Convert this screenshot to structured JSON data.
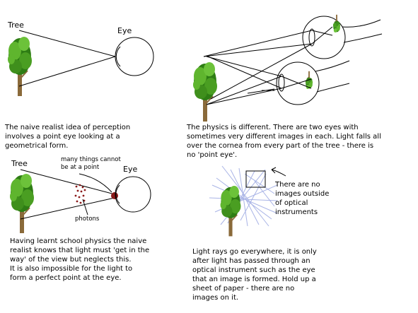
{
  "panel1": {
    "tree_label": "Tree",
    "eye_label": "Eye",
    "caption": "The naive realist idea of perception\ninvolves a point eye looking at a\ngeometrical form."
  },
  "panel2": {
    "caption": "The physics is different. There are two eyes with\nsometimes very different images in each. Light falls all\nover the cornea from every part of the tree - there is\nno 'point eye'."
  },
  "panel3": {
    "tree_label": "Tree",
    "eye_label": "Eye",
    "annotation": "many things cannot\nbe at a point",
    "photons_label": "photons",
    "caption": "Having learnt school physics the naive\nrealist knows that light must 'get in the\nway' of the view but neglects this.\nIt is also impossible for the light to\nform a perfect point at the eye."
  },
  "panel4": {
    "annotation": "There are no\nimages outside\nof optical\ninstruments",
    "caption": "Light rays go everywhere, it is only\nafter light has passed through an\noptical instrument such as the eye\nthat an image is formed. Hold up a\nsheet of paper - there are no\nimages on it."
  },
  "colors": {
    "foliage_dark": "#2e7d14",
    "foliage_light": "#5fb52e",
    "trunk": "#8a6a3a",
    "photon": "#8b1a1a",
    "rays": "#a9b4e6"
  }
}
